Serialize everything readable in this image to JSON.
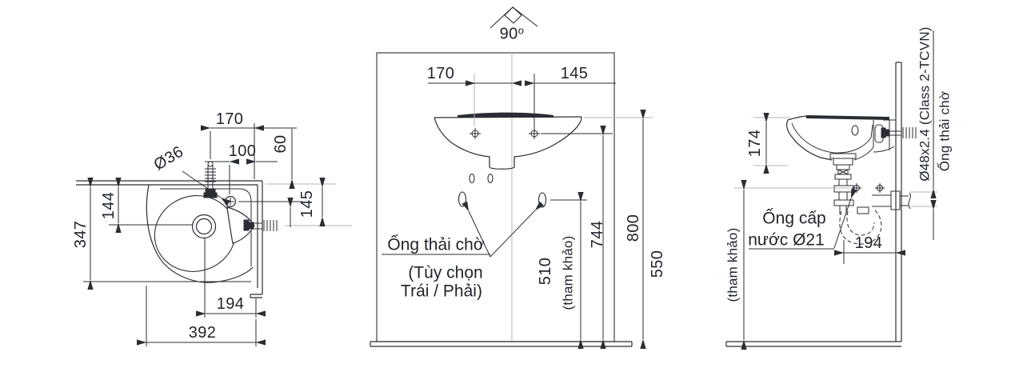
{
  "colors": {
    "line": "#2a2e33",
    "gray": "#b4b6b8",
    "text": "#1f242c",
    "bg": "#ffffff"
  },
  "top_view": {
    "d170": "170",
    "d100": "100",
    "d60": "60",
    "hole_dia": "Ø36",
    "d144": "144",
    "d145": "145",
    "d347": "347",
    "d194": "194",
    "d392": "392"
  },
  "front_view": {
    "angle": "90",
    "angle_sup": "o",
    "d170": "170",
    "d145": "145",
    "drain_label": "Ống thải chờ",
    "drain_option_1": "(Tùy chọn",
    "drain_option_2": "Trái / Phải)",
    "d510": "510",
    "ref_note": "(tham khảo)",
    "d744": "744",
    "d800": "800",
    "d550": "550"
  },
  "side_view": {
    "d174": "174",
    "pipe_spec": "Ø48x2.4 (Class 2-TCVN)",
    "drain_wait": "Ống thải chờ",
    "supply_line1": "Ống cấp",
    "supply_line2": "nước Ø21",
    "d194": "194",
    "ref_note": "(tham khảo)"
  }
}
